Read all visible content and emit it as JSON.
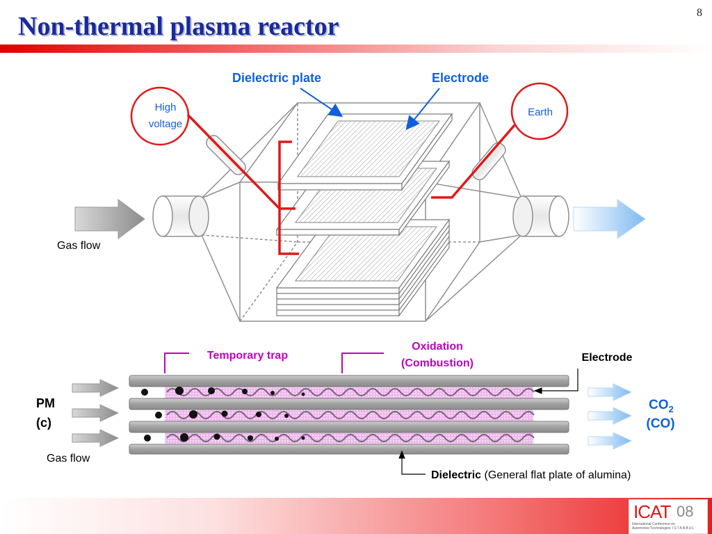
{
  "slide": {
    "title": "Non-thermal plasma reactor",
    "page_number": "8"
  },
  "top_diagram": {
    "dielectric_plate_label": "Dielectric plate",
    "electrode_label": "Electrode",
    "high_voltage_line1": "High",
    "high_voltage_line2": "voltage",
    "earth_label": "Earth",
    "gas_flow_label": "Gas flow"
  },
  "bottom_diagram": {
    "temporary_trap_label": "Temporary trap",
    "oxidation_line1": "Oxidation",
    "oxidation_line2": "(Combustion)",
    "electrode_label": "Electrode",
    "pm_line1": "PM",
    "pm_line2": "(c)",
    "gas_flow_label": "Gas flow",
    "co2_base": "CO",
    "co2_subscript": "2",
    "co_label": "(CO)",
    "dielectric_bold": "Dielectric",
    "dielectric_note": " (General flat plate of alumina)"
  },
  "logo": {
    "text": "ICAT",
    "year": "08",
    "subtitle": "International Conference on Automotive Technologies",
    "city": "ISTANBUL"
  },
  "colors": {
    "title": "#1a2a9c",
    "blue_label": "#1060d8",
    "magenta_label": "#c000c0",
    "electrode_red": "#e01818",
    "accent_red": "#e20000"
  }
}
